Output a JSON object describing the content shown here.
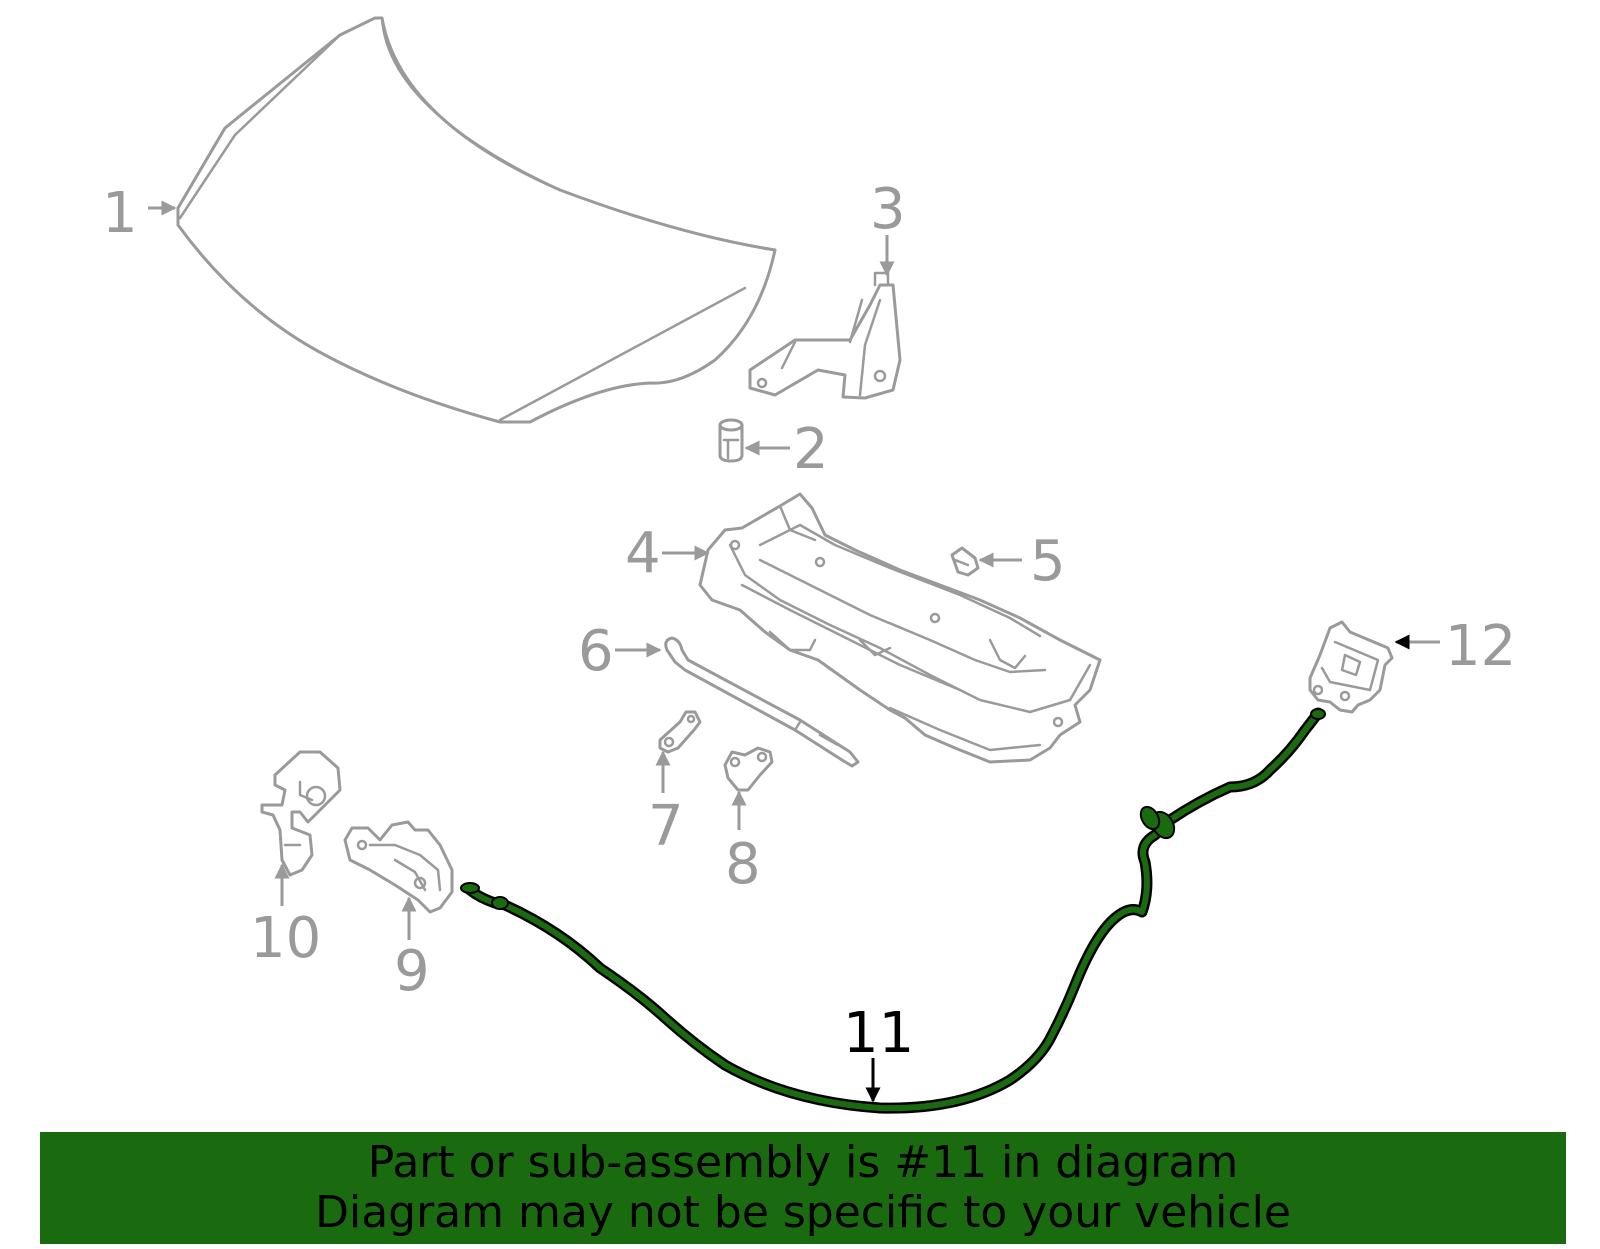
{
  "highlight_color": "#1a6b0f",
  "callouts": {
    "c1": "1",
    "c2": "2",
    "c3": "3",
    "c4": "4",
    "c5": "5",
    "c6": "6",
    "c7": "7",
    "c8": "8",
    "c9": "9",
    "c10": "10",
    "c11": "11",
    "c12": "12"
  },
  "banner": {
    "line1": "Part or sub-assembly is #11 in diagram",
    "line2": "Diagram may not be specific to your vehicle"
  }
}
